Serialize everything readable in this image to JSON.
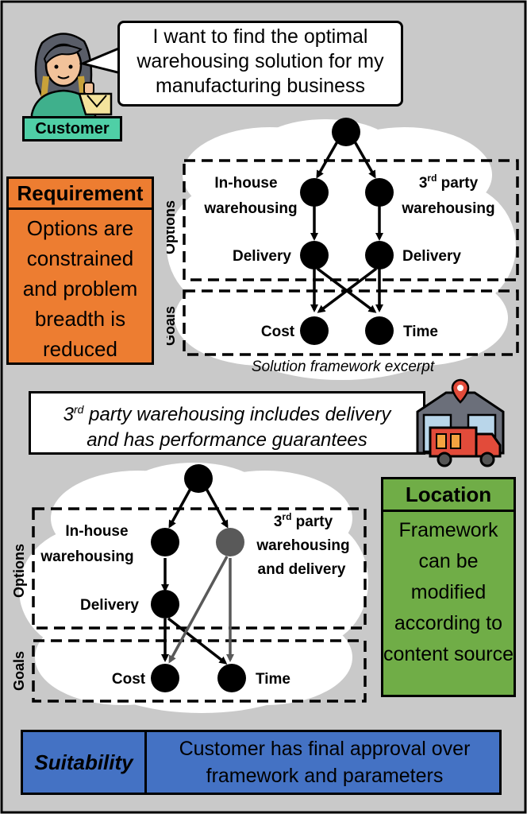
{
  "customer": {
    "label": "Customer",
    "speech": "I want to find the optimal warehousing solution for my manufacturing business"
  },
  "requirement": {
    "title": "Requirement",
    "body": "Options are constrained and problem breadth is reduced"
  },
  "location": {
    "title": "Location",
    "body": "Framework can be modified according to content source"
  },
  "suitability": {
    "title": "Suitability",
    "body": "Customer has final approval over framework and parameters"
  },
  "diagram1": {
    "options_label": "Options",
    "goals_label": "Goals",
    "inhouse_l1": "In-house",
    "inhouse_l2": "warehousing",
    "third_l1_num": "3",
    "third_l1_sup": "rd",
    "third_l1_rest": " party",
    "third_l2": "warehousing",
    "delivery_left": "Delivery",
    "delivery_right": "Delivery",
    "cost": "Cost",
    "time": "Time",
    "caption": "Solution framework  excerpt"
  },
  "statement": {
    "num": "3",
    "sup": "rd",
    "line1_rest": " party warehousing includes delivery",
    "line2": "and has performance guarantees"
  },
  "diagram2": {
    "options_label": "Options",
    "goals_label": "Goals",
    "inhouse_l1": "In-house",
    "inhouse_l2": "warehousing",
    "third_l1_num": "3",
    "third_l1_sup": "rd",
    "third_l1_rest": " party",
    "third_l2": "warehousing",
    "third_l3": "and delivery",
    "delivery": "Delivery",
    "cost": "Cost",
    "time": "Time"
  },
  "colors": {
    "background": "#c9c9c9",
    "customer_badge": "#4fcfa6",
    "requirement": "#ed7d31",
    "location": "#70ad47",
    "suitability": "#4472c4",
    "greyed_node": "#595959"
  }
}
